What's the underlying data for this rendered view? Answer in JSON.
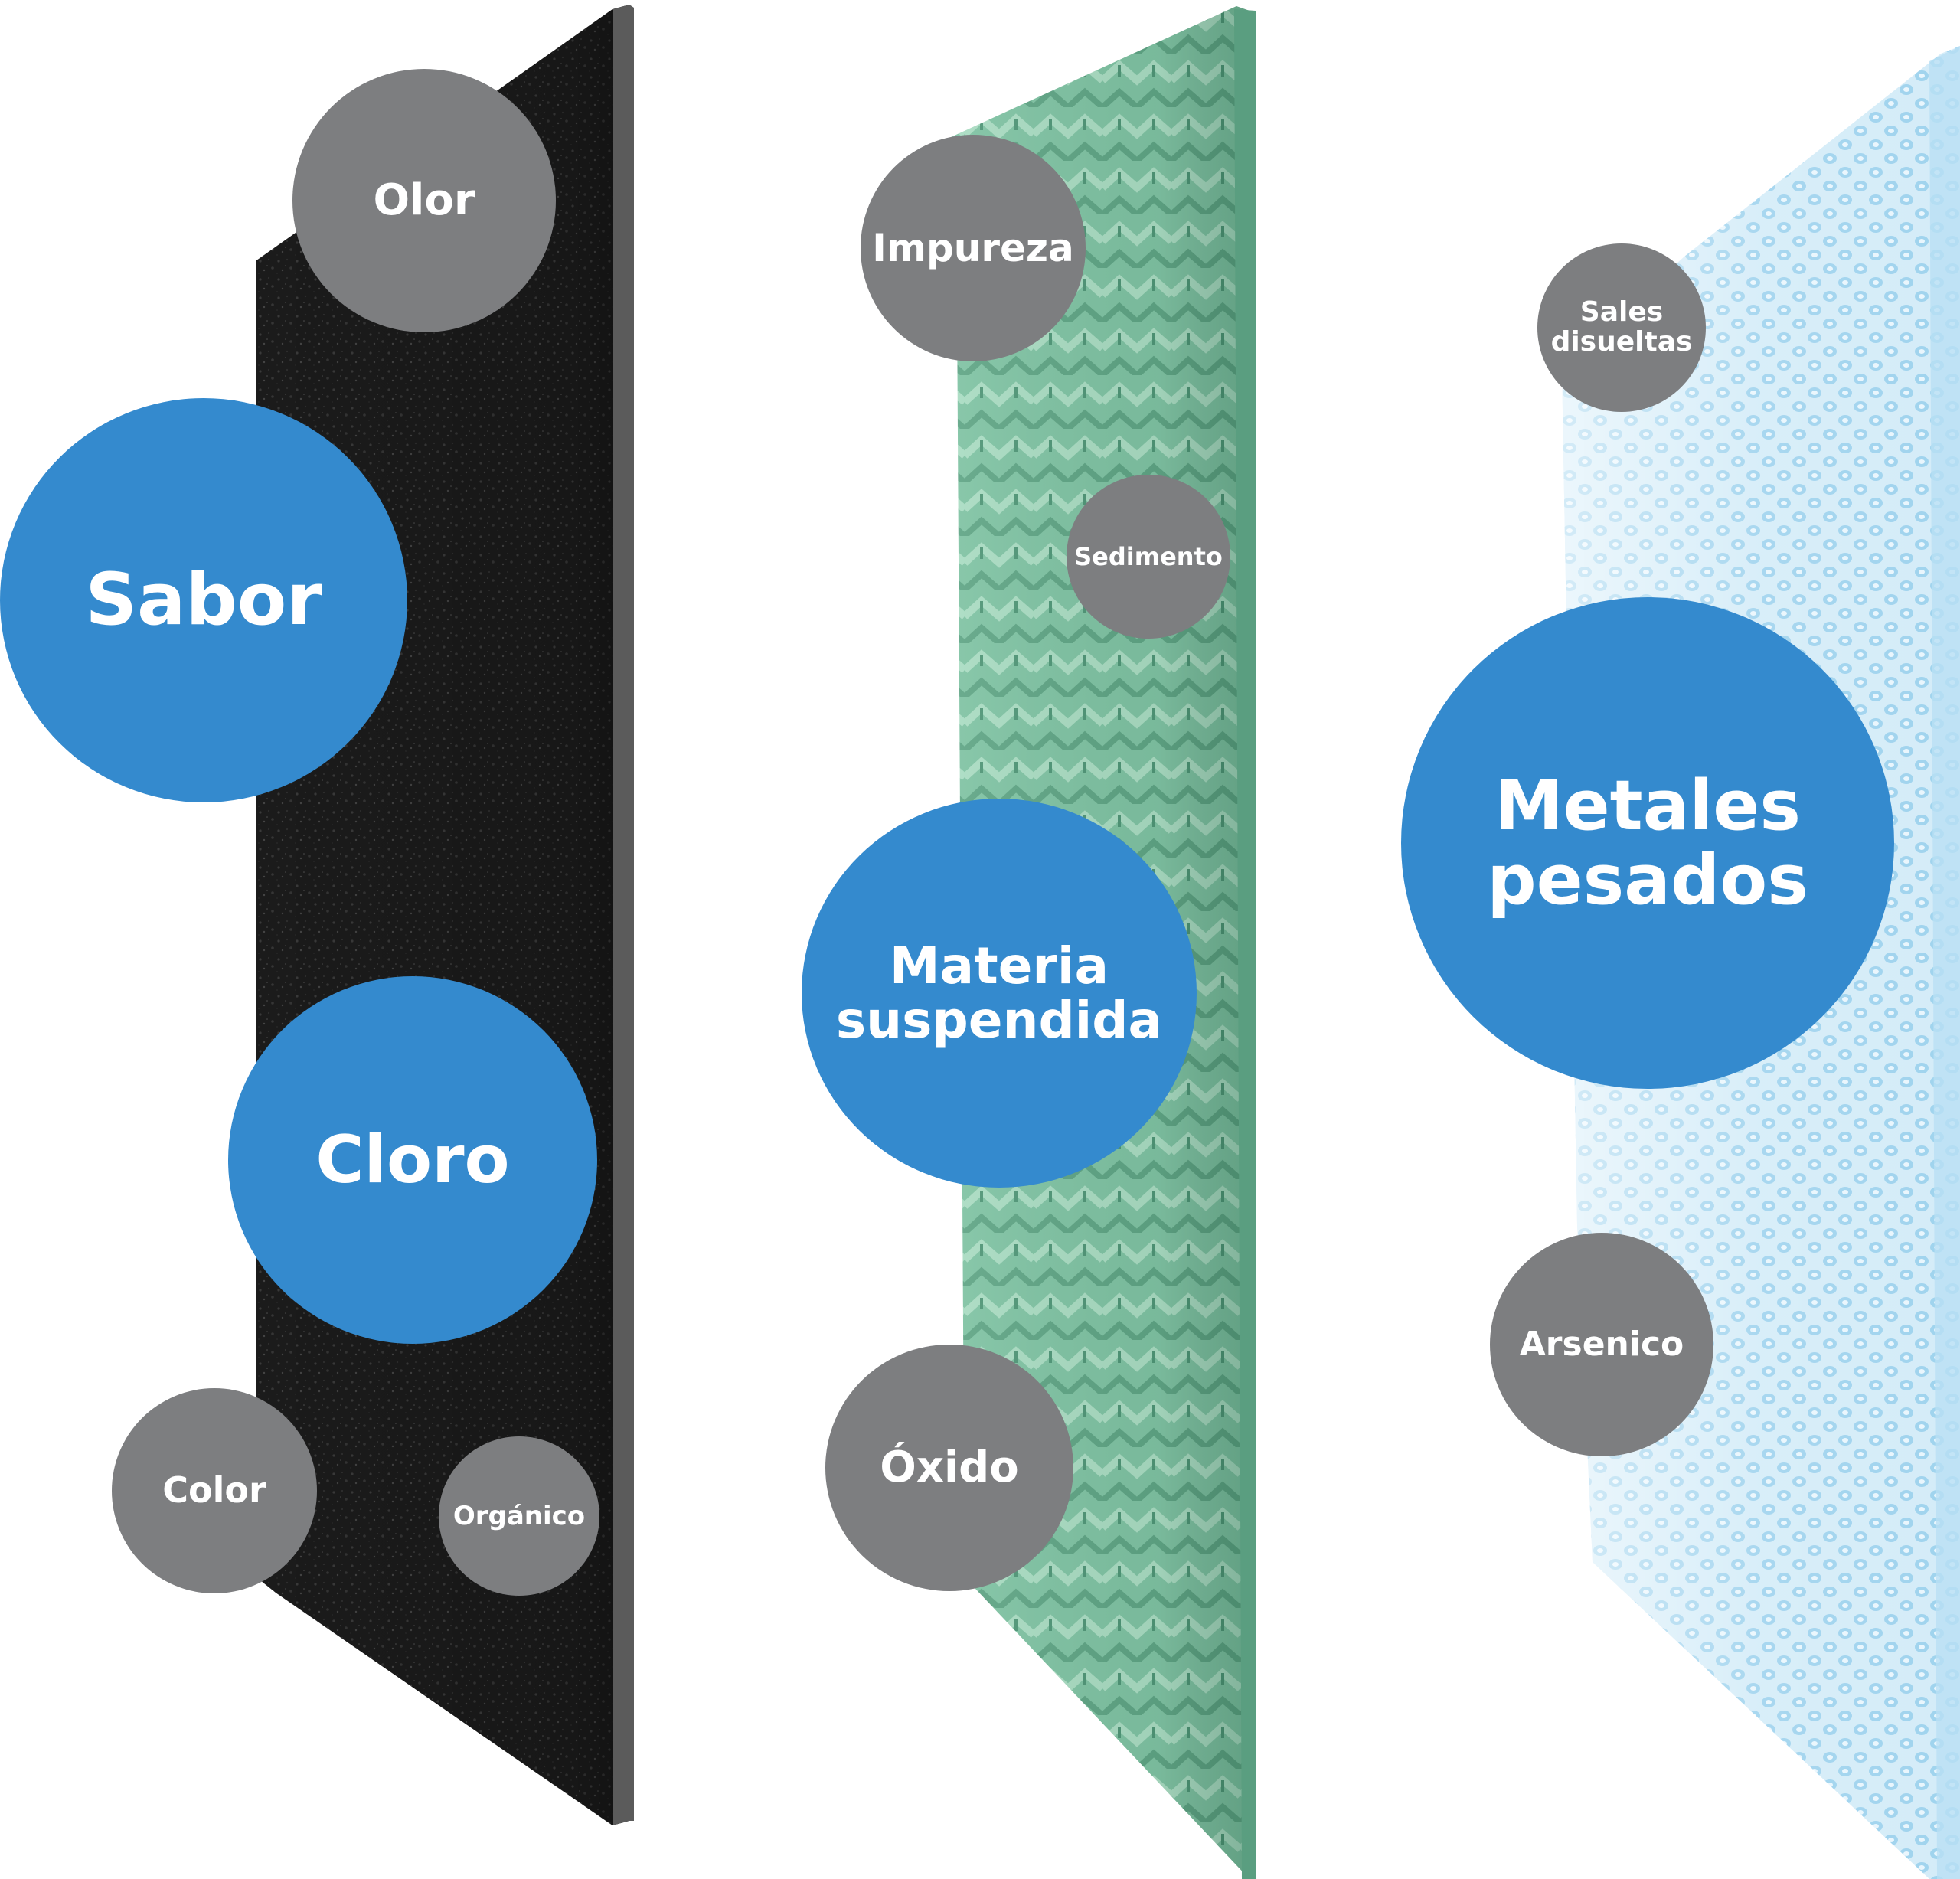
{
  "colors": {
    "blue_bubble": "#348ace",
    "gray_bubble": "#7d7e80",
    "carbon_panel": "#1e1e1e",
    "sediment_panel": "#7fc3a3",
    "membrane_panel": "#cfe9f7"
  },
  "panels": [
    {
      "bubbles": [
        {
          "label": "Olor",
          "style": "gray"
        },
        {
          "label": "Sabor",
          "style": "blue"
        },
        {
          "label": "Cloro",
          "style": "blue"
        },
        {
          "label": "Color",
          "style": "gray"
        },
        {
          "label": "Orgánico",
          "style": "gray"
        }
      ]
    },
    {
      "bubbles": [
        {
          "label": "Impureza",
          "style": "gray"
        },
        {
          "label": "Sedimento",
          "style": "gray"
        },
        {
          "label": "Materia\nsuspendida",
          "style": "blue"
        },
        {
          "label": "Óxido",
          "style": "gray"
        }
      ]
    },
    {
      "bubbles": [
        {
          "label": "Sales\ndisueltas",
          "style": "gray"
        },
        {
          "label": "Metales\npesados",
          "style": "blue"
        },
        {
          "label": "Arsenico",
          "style": "gray"
        }
      ]
    }
  ]
}
